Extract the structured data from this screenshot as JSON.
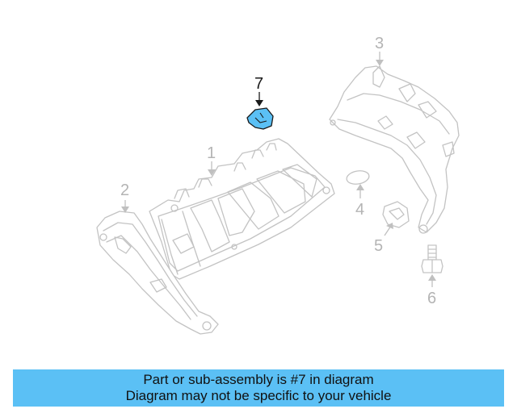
{
  "callouts": {
    "p1": "1",
    "p2": "2",
    "p3": "3",
    "p4": "4",
    "p5": "5",
    "p6": "6",
    "p7": "7"
  },
  "highlight_color": "#5bc0f5",
  "banner": {
    "line1": "Part or sub-assembly is #7 in diagram",
    "line2": "Diagram may not be specific to your vehicle"
  }
}
